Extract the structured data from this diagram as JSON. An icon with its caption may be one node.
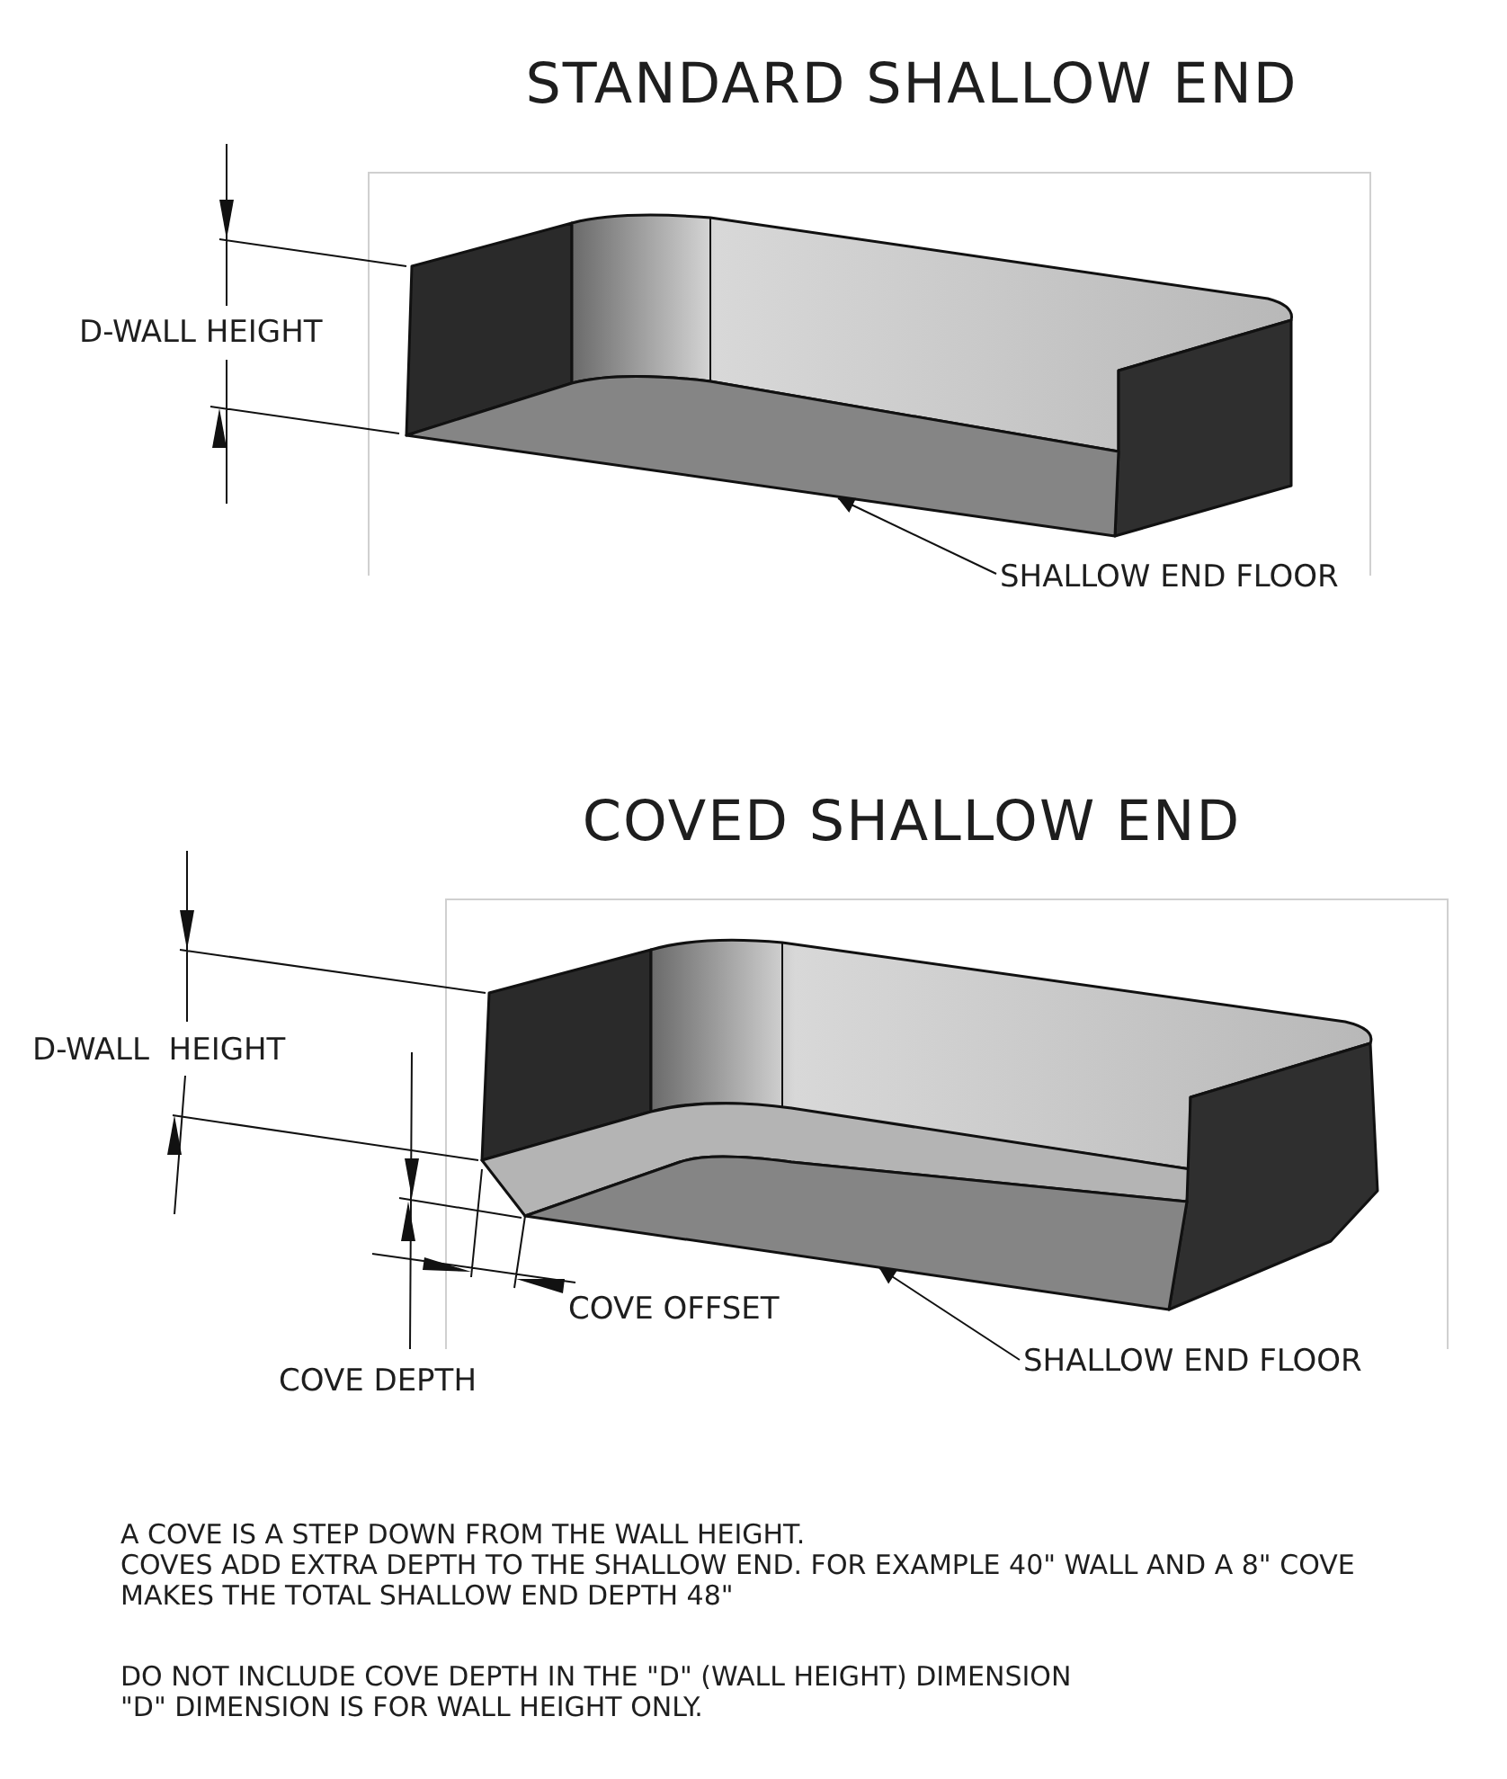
{
  "diagram": {
    "nodes": [
      {
        "text": [
          "SHALLOW END FLOOR"
        ]
      },
      {
        "text": [],
        "shape": "picture"
      },
      {
        "text": [
          "SHALLOW END FLOOR"
        ]
      },
      {
        "text": [],
        "shape": "picture"
      }
    ],
    "edges": [
      {
        "from": 0,
        "to": 1,
        "arrow": "to"
      },
      {
        "from": 2,
        "to": 3,
        "arrow": "to"
      }
    ],
    "labels": [
      "STANDARD SHALLOW END",
      "D-WALL HEIGHT",
      "COVED SHALLOW END",
      "D-WALL  HEIGHT",
      "COVE OFFSET",
      "COVE DEPTH",
      "A COVE IS A STEP DOWN FROM THE WALL HEIGHT.",
      "COVES ADD EXTRA DEPTH TO THE SHALLOW END. FOR EXAMPLE 40\" WALL AND A 8\" COVE MAKES THE TOTAL SHALLOW END DEPTH 48\"",
      "DO NOT INCLUDE COVE DEPTH IN THE \"D\" (WALL HEIGHT) DIMENSION",
      "\"D\" DIMENSION IS FOR WALL HEIGHT ONLY."
    ]
  }
}
